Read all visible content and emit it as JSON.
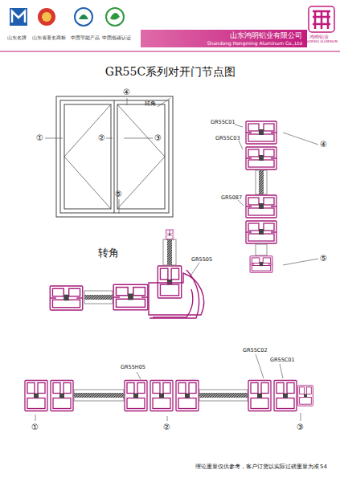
{
  "diagram": {
    "title": "GR55C系列对开门节点图",
    "nodes": [
      {
        "text": [
          "山东鸿明铝业有限公司",
          "Shandong Hongming Aluminum Co.,Ltd"
        ]
      }
    ],
    "labels": [
      "山东名牌",
      "山东省著名商标",
      "中国节能产品",
      "中国低碳认证",
      "鸿明铝业",
      "HONGMING ALUMINUM",
      "④",
      "转角",
      "①",
      "②",
      "③",
      "⑤",
      "GR55C01",
      "GR55C03",
      "④",
      "GR5087",
      "⑤",
      "转角",
      "GR5505",
      "GR55H05",
      "GR55C02",
      "GR55C01",
      "①",
      "②",
      "③",
      "理论重量仅供参考，客户订货以实际过磅重量为准",
      "54"
    ]
  }
}
